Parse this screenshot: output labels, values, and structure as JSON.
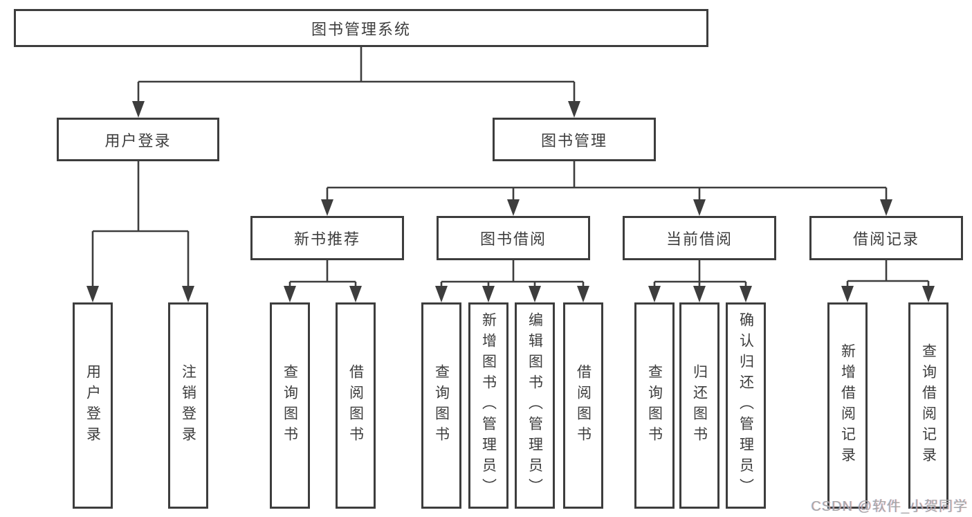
{
  "tree": {
    "label": "图书管理系统",
    "children": [
      {
        "label": "用户登录",
        "children": [
          {
            "label": "用户登录"
          },
          {
            "label": "注销登录"
          }
        ]
      },
      {
        "label": "图书管理",
        "children": [
          {
            "label": "新书推荐",
            "children": [
              {
                "label": "查询图书"
              },
              {
                "label": "借阅图书"
              }
            ]
          },
          {
            "label": "图书借阅",
            "children": [
              {
                "label": "查询图书"
              },
              {
                "label": "新增图书（管理员）"
              },
              {
                "label": "编辑图书（管理员）"
              },
              {
                "label": "借阅图书"
              }
            ]
          },
          {
            "label": "当前借阅",
            "children": [
              {
                "label": "查询图书"
              },
              {
                "label": "归还图书"
              },
              {
                "label": "确认归还（管理员）"
              }
            ]
          },
          {
            "label": "借阅记录",
            "children": [
              {
                "label": "新增借阅记录"
              },
              {
                "label": "查询借阅记录"
              }
            ]
          }
        ]
      }
    ]
  },
  "watermark": {
    "text": "CSDN @软件_小贺同学"
  },
  "colors": {
    "line": "#3d3d3d",
    "box_background": "#ffffff",
    "page_background": "#ffffff",
    "watermark": "#a6a6a6"
  }
}
